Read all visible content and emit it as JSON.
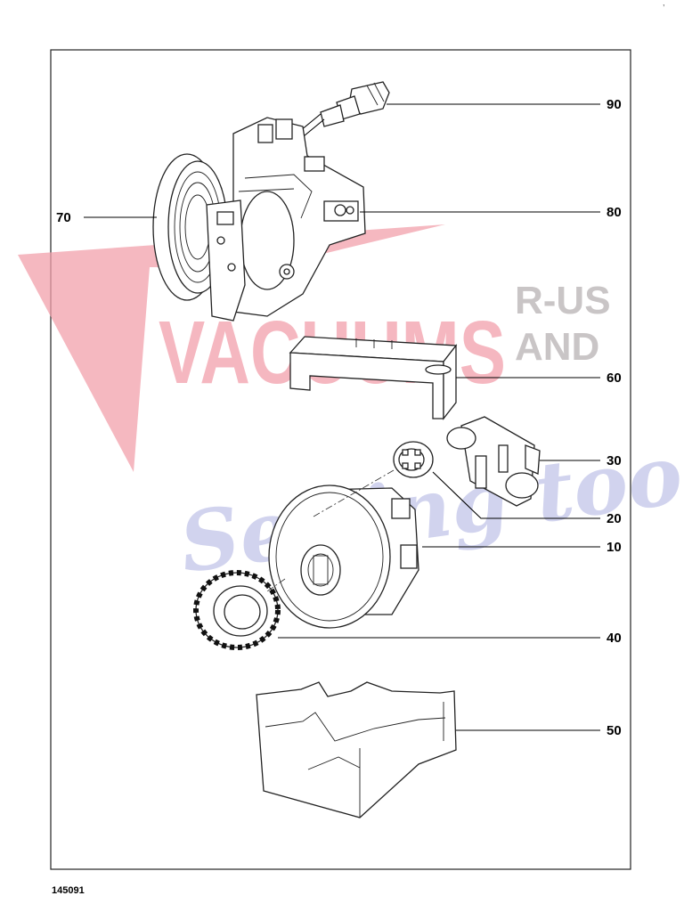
{
  "diagram": {
    "callouts": [
      {
        "id": "c90",
        "label": "90"
      },
      {
        "id": "c80",
        "label": "80"
      },
      {
        "id": "c70",
        "label": "70"
      },
      {
        "id": "c60",
        "label": "60"
      },
      {
        "id": "c30",
        "label": "30"
      },
      {
        "id": "c20",
        "label": "20"
      },
      {
        "id": "c10",
        "label": "10"
      },
      {
        "id": "c40",
        "label": "40"
      },
      {
        "id": "c50",
        "label": "50"
      }
    ],
    "document_number": "145091"
  },
  "watermark": {
    "line1": "VACUUMS",
    "r_us": "R-US",
    "and": "AND",
    "line2": "Sewing too",
    "colors": {
      "red": "#f2a0ab",
      "grey": "#c0bcbd",
      "blue": "#c6c9ea"
    }
  }
}
